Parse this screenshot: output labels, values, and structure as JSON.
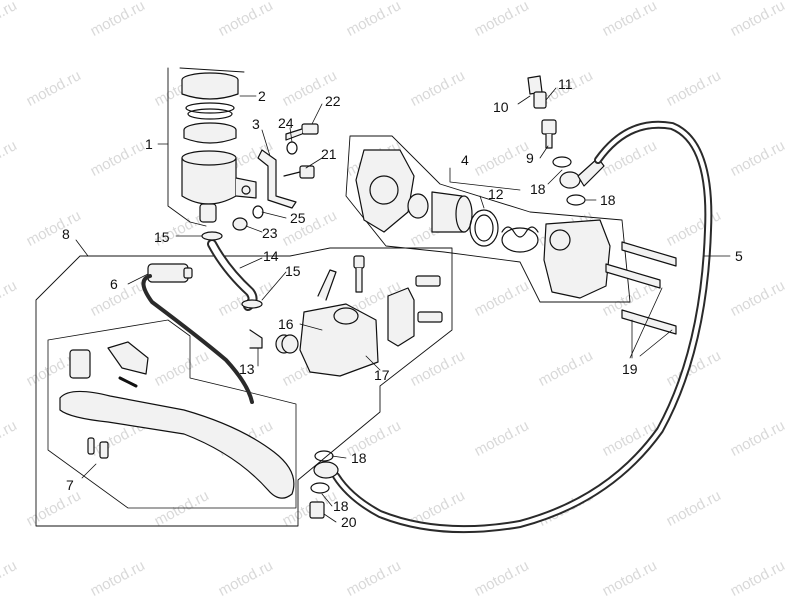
{
  "watermark": {
    "text": "motod.ru",
    "color": "#d9d9d9"
  },
  "callouts": {
    "c1": "1",
    "c2": "2",
    "c3": "3",
    "c4": "4",
    "c5": "5",
    "c6": "6",
    "c7": "7",
    "c8": "8",
    "c9": "9",
    "c10": "10",
    "c11": "11",
    "c12": "12",
    "c13": "13",
    "c14": "14",
    "c15a": "15",
    "c15b": "15",
    "c16": "16",
    "c17": "17",
    "c18a": "18",
    "c18b": "18",
    "c18c": "18",
    "c18d": "18",
    "c19": "19",
    "c20": "20",
    "c21": "21",
    "c22": "22",
    "c23": "23",
    "c24": "24",
    "c25": "25"
  },
  "colors": {
    "line": "#111111",
    "part_fill": "#f2f2f2",
    "hose": "#2a2a2a"
  }
}
